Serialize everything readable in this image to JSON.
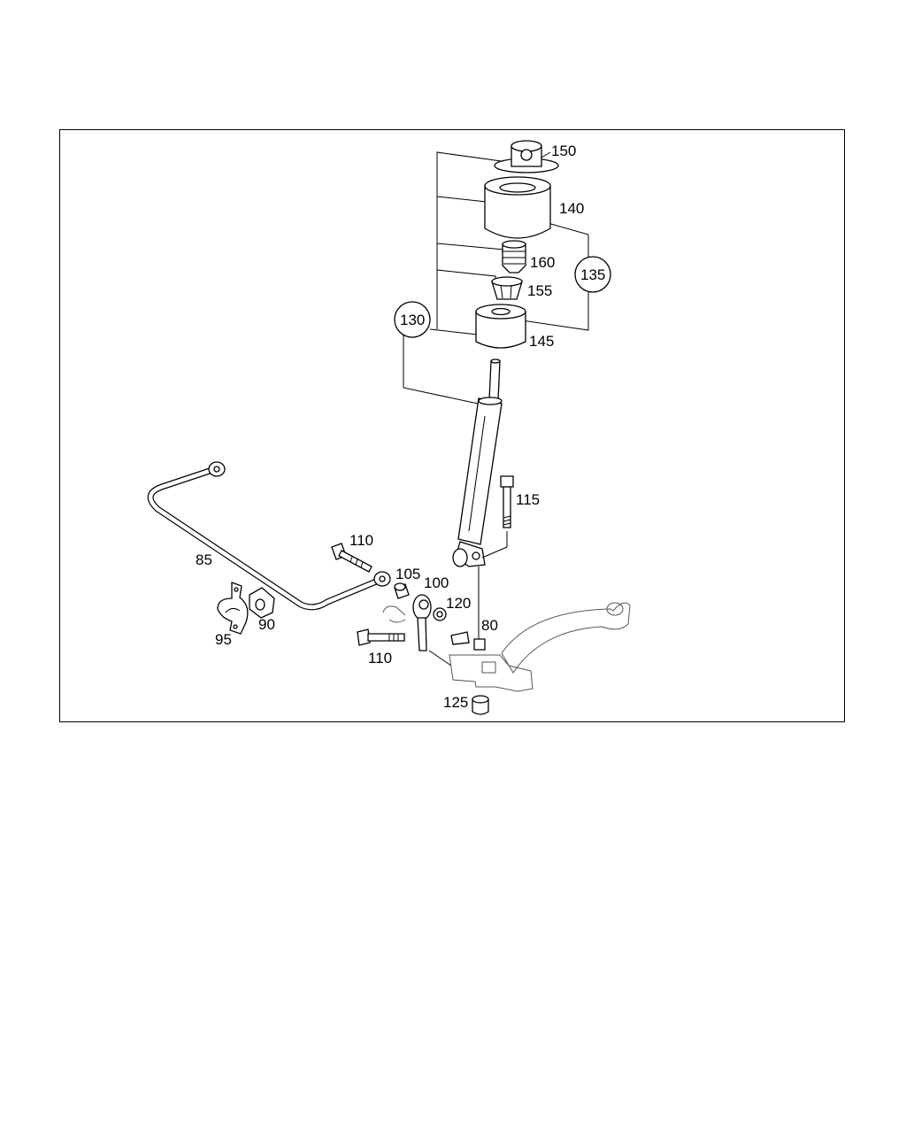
{
  "labels": {
    "l150": "150",
    "l140": "140",
    "l160": "160",
    "l135": "135",
    "l155": "155",
    "l130": "130",
    "l145": "145",
    "l115": "115",
    "l110a": "110",
    "l85": "85",
    "l105": "105",
    "l100": "100",
    "l120": "120",
    "l80": "80",
    "l95": "95",
    "l90": "90",
    "l110b": "110",
    "l125": "125"
  }
}
